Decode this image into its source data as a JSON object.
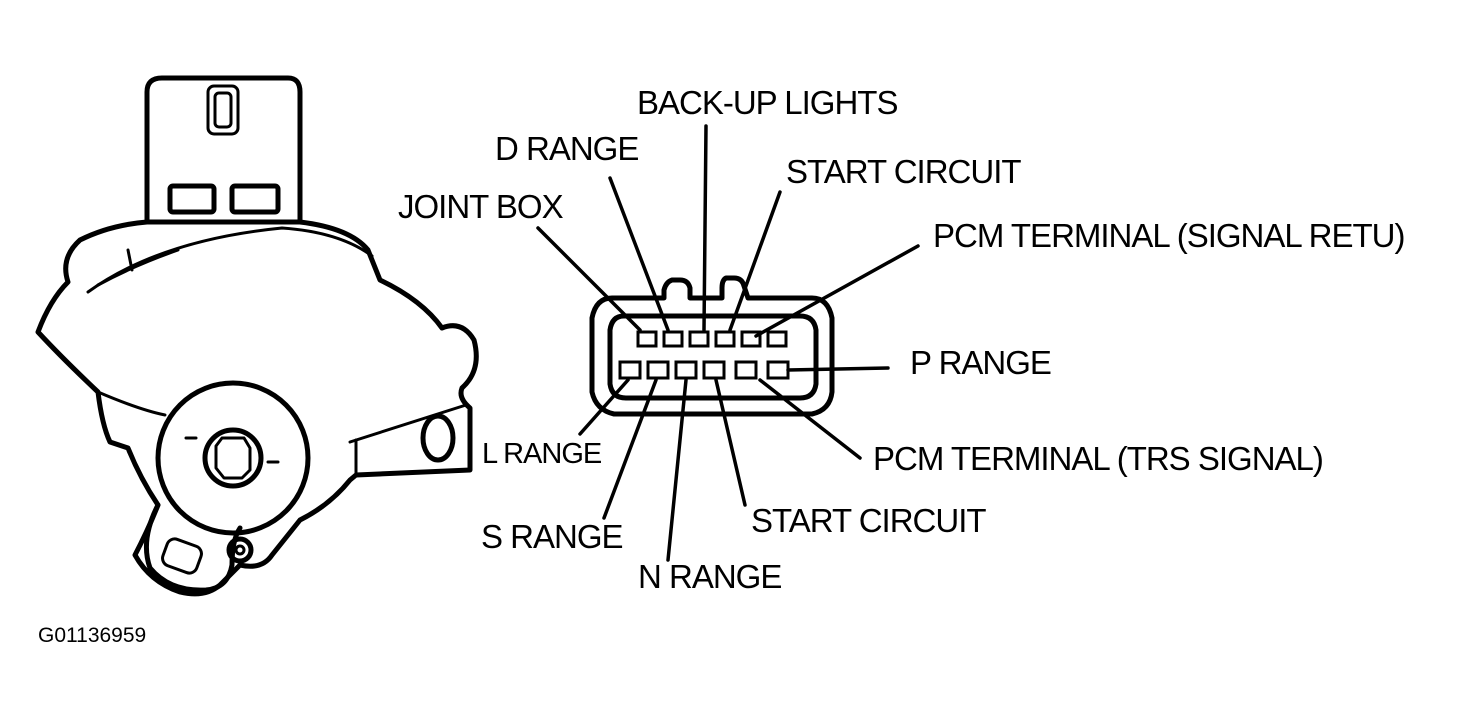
{
  "labels": {
    "back_up_lights": "BACK-UP LIGHTS",
    "d_range": "D RANGE",
    "start_circuit_top": "START CIRCUIT",
    "joint_box": "JOINT BOX",
    "pcm_signal_return": "PCM TERMINAL (SIGNAL RETU)",
    "p_range": "P RANGE",
    "l_range": "L RANGE",
    "pcm_trs_signal": "PCM TERMINAL (TRS SIGNAL)",
    "s_range": "S RANGE",
    "start_circuit_bottom": "START CIRCUIT",
    "n_range": "N RANGE"
  },
  "figure_id": "G01136959"
}
